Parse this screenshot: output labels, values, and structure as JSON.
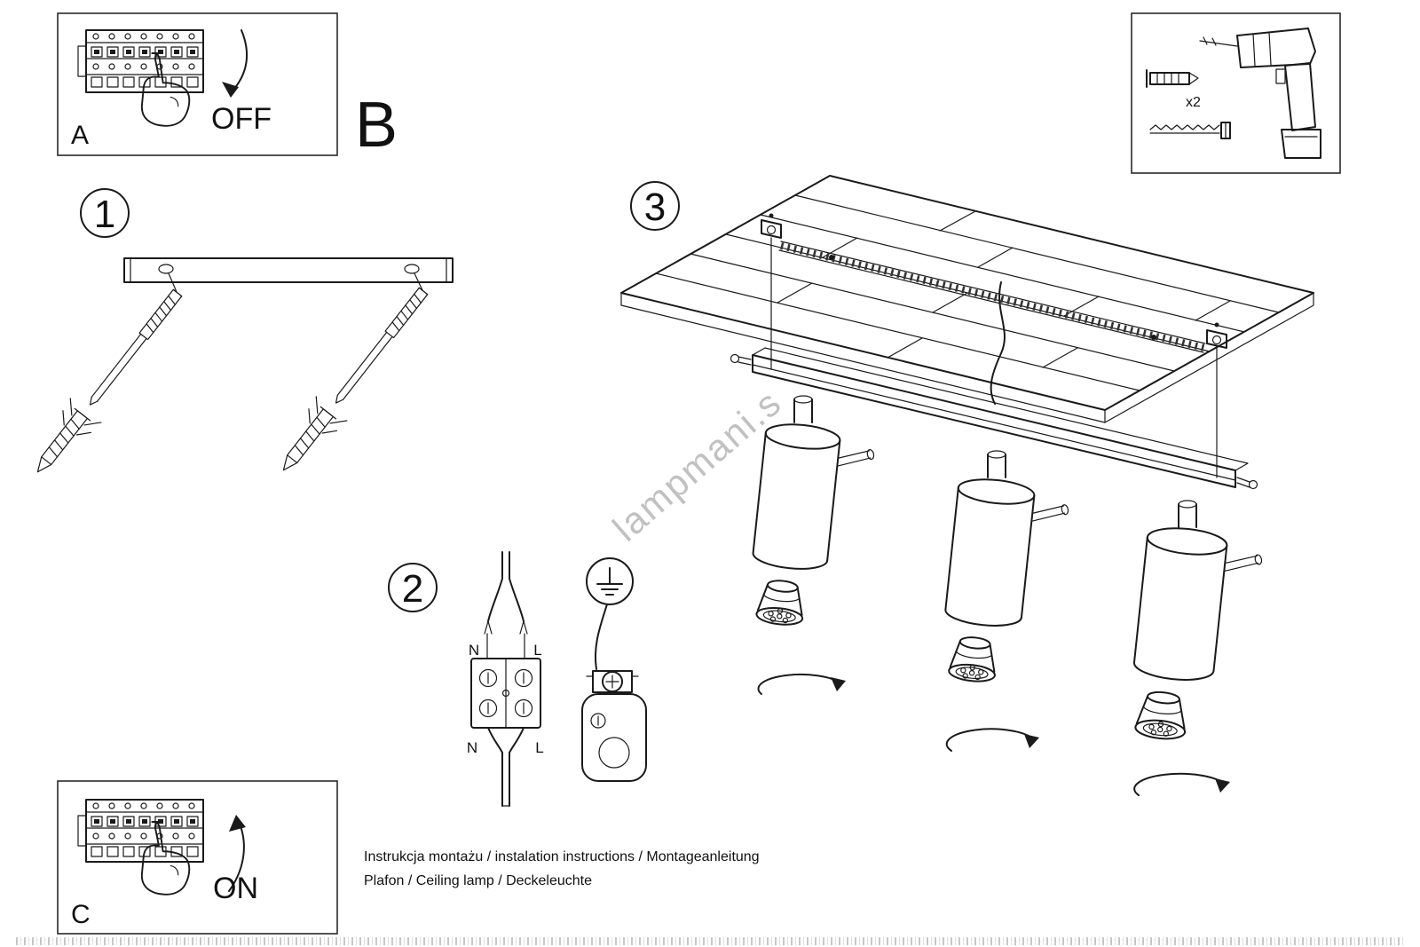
{
  "watermark": "lampmani.s",
  "panel_a": {
    "label": "A",
    "switch_state": "OFF"
  },
  "section_b_label": "B",
  "tools_panel": {
    "dowel_count": "x2"
  },
  "panel_c": {
    "label": "C",
    "switch_state": "ON"
  },
  "steps": {
    "one": "1",
    "two": "2",
    "three": "3"
  },
  "wiring": {
    "top_left": "N",
    "top_right": "L",
    "bottom_left": "N",
    "bottom_right": "L"
  },
  "footer": {
    "line1": "Instrukcja montażu / instalation instructions / Montageanleitung",
    "line2": "Plafon / Ceiling lamp / Deckeleuchte"
  }
}
